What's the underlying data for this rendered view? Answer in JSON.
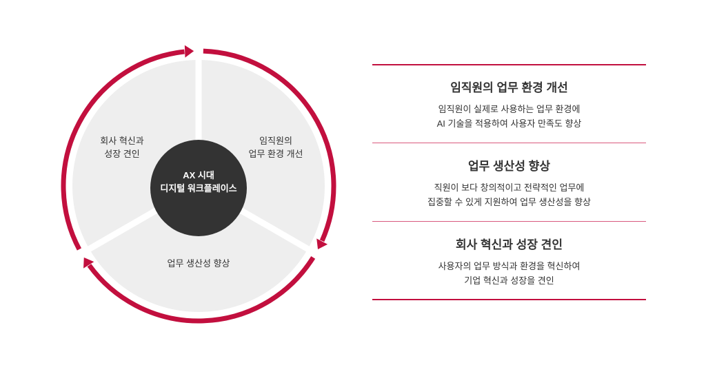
{
  "colors": {
    "accent": "#c20f3e",
    "divider": "#d9587d",
    "disc": "#eeeeee",
    "hub": "#333333"
  },
  "hub": {
    "line1": "AX 시대",
    "line2": "디지털 워크플레이스"
  },
  "segments": [
    {
      "line1": "임직원의",
      "line2": "업무 환경 개선"
    },
    {
      "line1": "업무 생산성 향상",
      "line2": ""
    },
    {
      "line1": "회사 혁신과",
      "line2": "성장 견인"
    }
  ],
  "items": [
    {
      "title": "임직원의 업무 환경 개선",
      "desc1": "임직원이 실제로 사용하는 업무 환경에",
      "desc2": "AI 기술을 적용하여 사용자 만족도 향상"
    },
    {
      "title": "업무 생산성 향상",
      "desc1": "직원이 보다 창의적이고 전략적인 업무에",
      "desc2": "집중할 수 있게 지원하여 업무 생산성을 향상"
    },
    {
      "title": "회사 혁신과 성장 견인",
      "desc1": "사용자의 업무 방식과 환경을 혁신하여",
      "desc2": "기업 혁신과 성장을 견인"
    }
  ]
}
